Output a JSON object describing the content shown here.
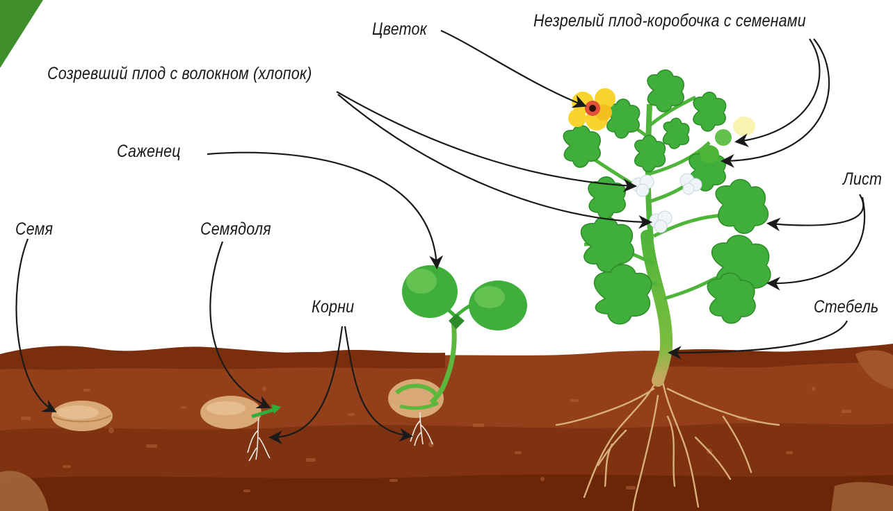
{
  "labels": {
    "flower": "Цветок",
    "unripe_boll": "Незрелый плод-коробочка с семенами",
    "ripe_fruit": "Созревший плод с волокном (хлопок)",
    "seedling": "Саженец",
    "leaf": "Лист",
    "seed": "Семя",
    "cotyledon": "Семядоля",
    "roots": "Корни",
    "stem": "Стебель"
  },
  "colors": {
    "soil_dark": "#7a2e0e",
    "soil_mid": "#93401a",
    "soil_deep": "#6b2608",
    "soil_surface": "#a56a3e",
    "leaf": "#3fae3a",
    "leaf_dark": "#2e8b2a",
    "stem": "#5cb83c",
    "flower": "#f7d52e",
    "cotton": "#eef4f7",
    "seed": "#d9a877",
    "corner_accent": "#3e8f2c"
  }
}
